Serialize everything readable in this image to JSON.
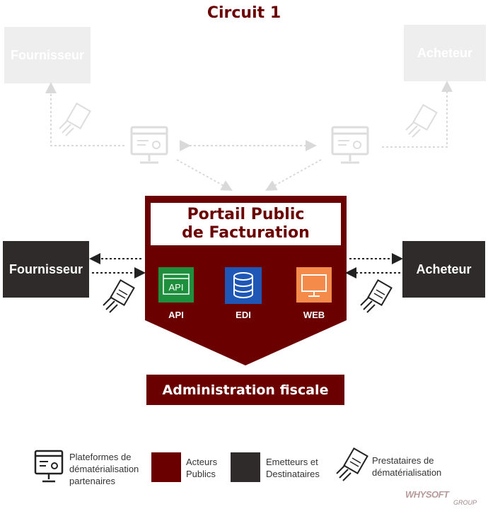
{
  "title": "Circuit 1",
  "top": {
    "supplier_label": "Fournisseur",
    "buyer_label": "Acheteur"
  },
  "ppf": {
    "title_line1": "Portail Public",
    "title_line2": "de Facturation",
    "services": [
      {
        "label": "API",
        "icon_text": "API",
        "icon": "api-window-icon",
        "color": "#1e8f3c"
      },
      {
        "label": "EDI",
        "icon": "database-icon",
        "color": "#1f57b7"
      },
      {
        "label": "WEB",
        "icon": "monitor-icon",
        "color": "#f48b4a"
      }
    ]
  },
  "middle": {
    "supplier_label": "Fournisseur",
    "buyer_label": "Acheteur"
  },
  "admin_label": "Administration fiscale",
  "legend": {
    "platforms": [
      "Plateformes de",
      "dématérialisation",
      "partenaires"
    ],
    "public": [
      "Acteurs",
      "Publics"
    ],
    "issuers": [
      "Emetteurs et",
      "Destinataires"
    ],
    "providers": [
      "Prestataires de",
      "dématérialisation"
    ]
  },
  "colors": {
    "public_red": "#6b0000",
    "dark": "#2e2b2a",
    "ghost": "#eeeeee"
  },
  "logo": {
    "main": "WHYSOFT",
    "sub": "GROUP"
  }
}
